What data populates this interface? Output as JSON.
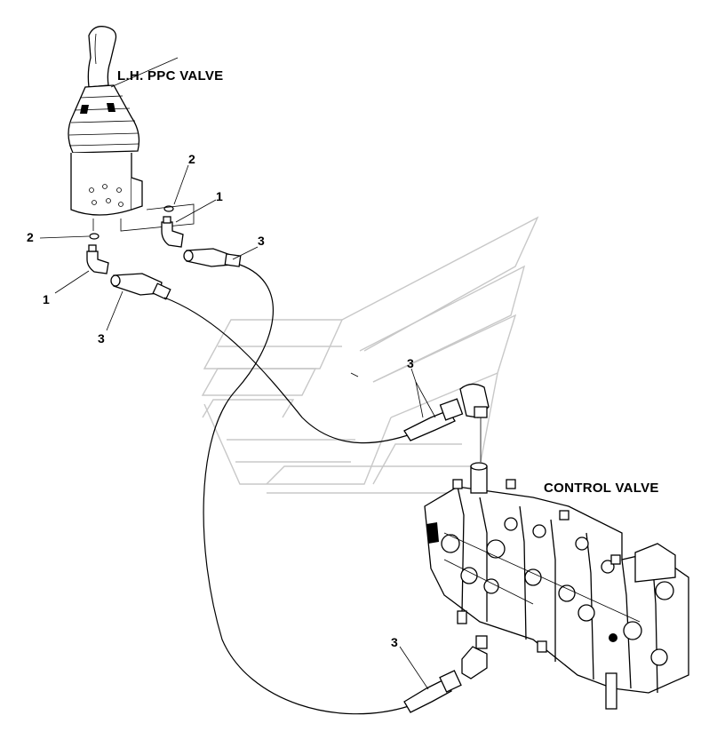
{
  "labels": {
    "ppc_valve": "L.H. PPC VALVE",
    "control_valve": "CONTROL VALVE"
  },
  "callouts": {
    "c2_top": "2",
    "c1_top": "1",
    "c3_top": "3",
    "c2_left": "2",
    "c1_left": "1",
    "c3_left": "3",
    "c3_mid": "3",
    "c3_bottom": "3"
  }
}
